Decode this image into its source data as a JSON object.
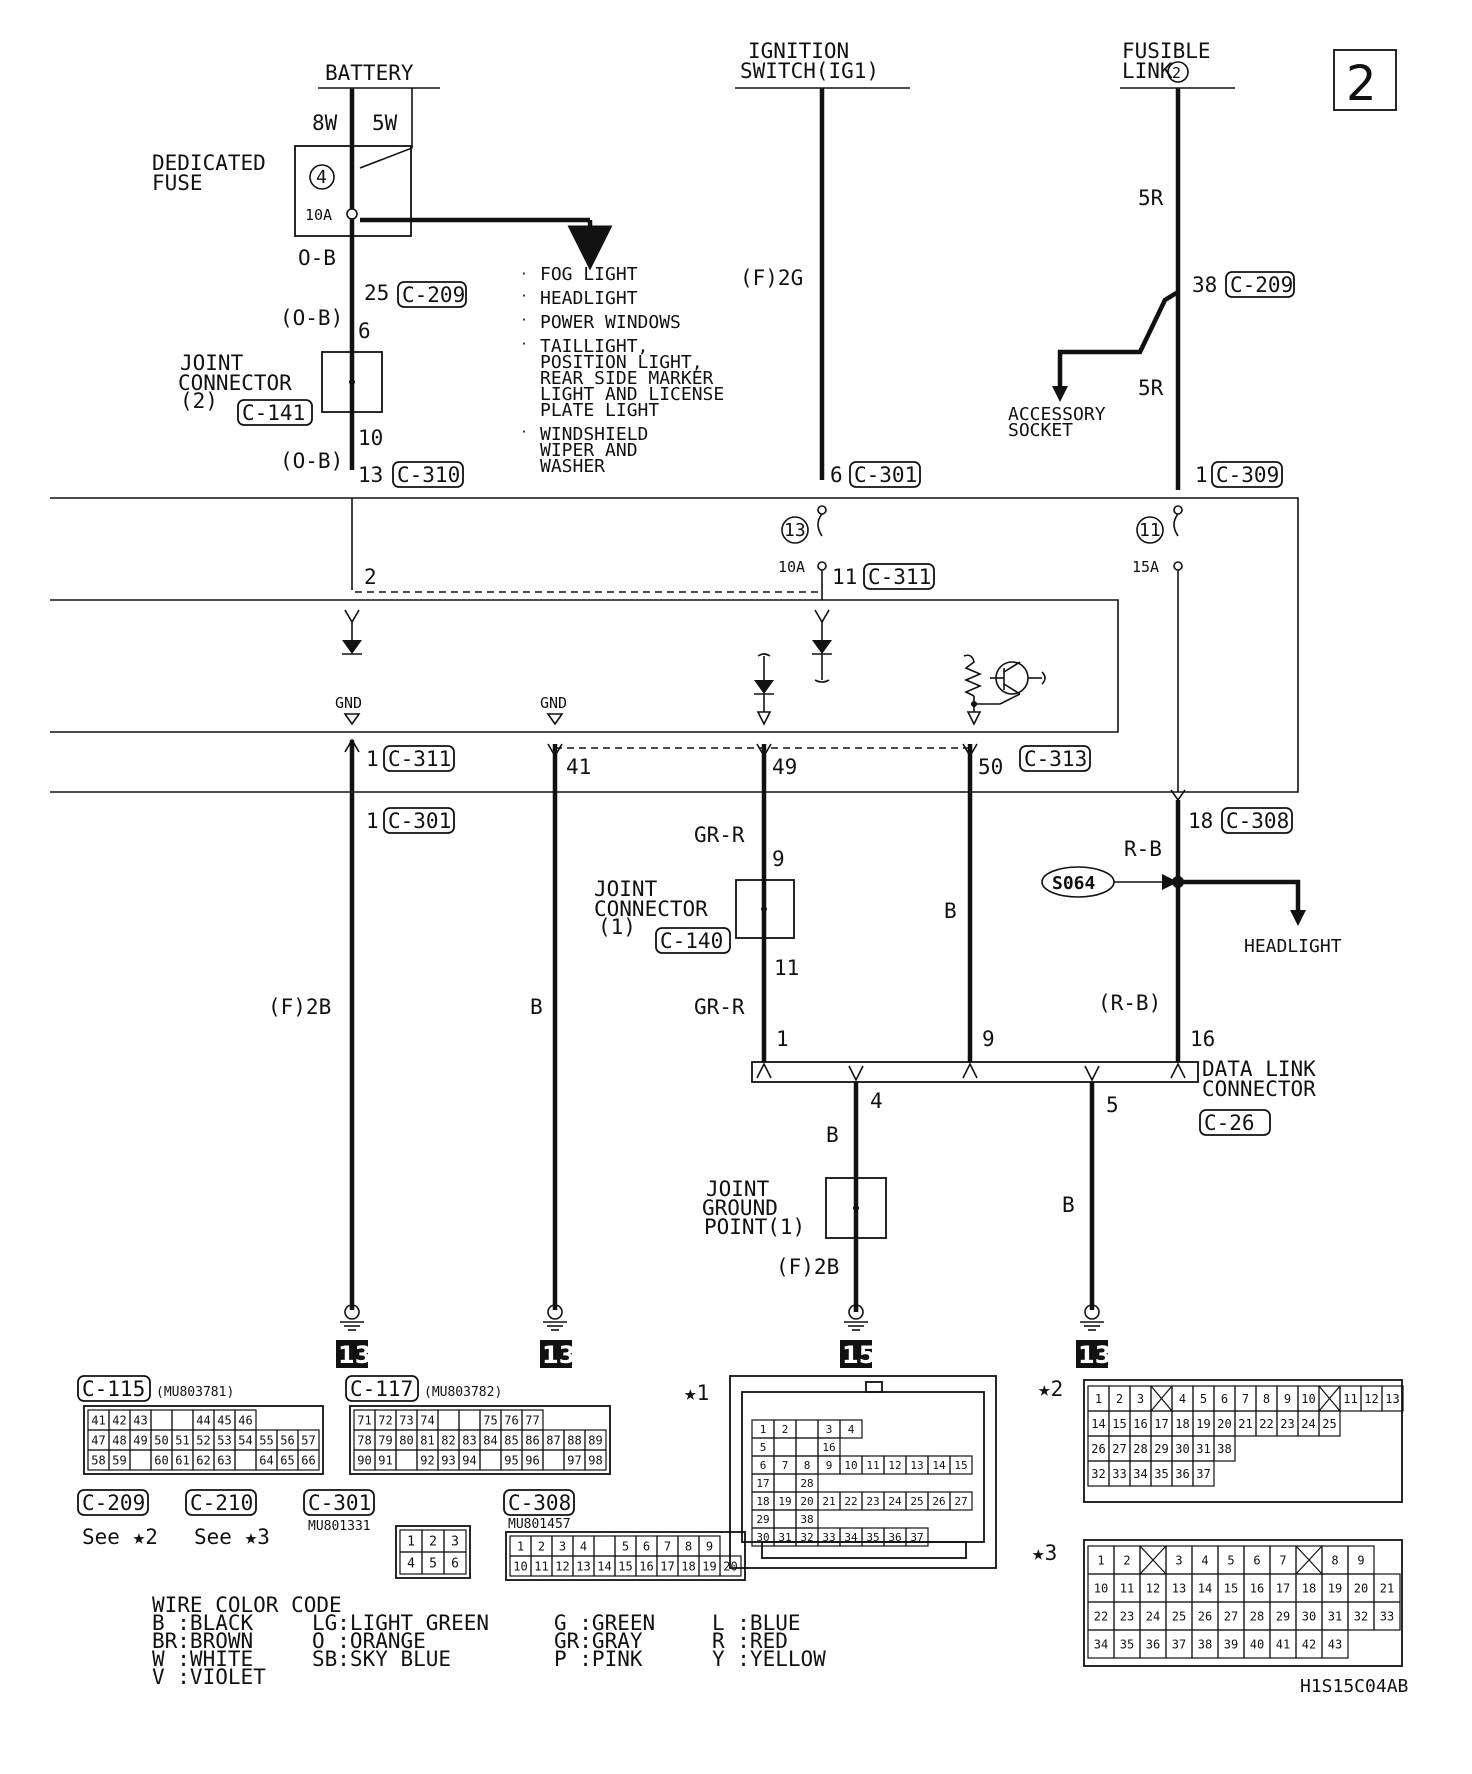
{
  "page_number": "2",
  "sources": {
    "battery": "BATTERY",
    "ignition_line1": "IGNITION",
    "ignition_line2": "SWITCH(IG1)",
    "fusible_line1": "FUSIBLE",
    "fusible_line2": "LINK",
    "fusible_num": "2"
  },
  "battery_circuit": {
    "wire_8w": "8W",
    "wire_5w": "5W",
    "fuse_label_1": "DEDICATED",
    "fuse_label_2": "FUSE",
    "fuse_num": "4",
    "fuse_rating": "10A",
    "wire_ob": "O-B",
    "pin_25": "25",
    "conn_c209": "C-209",
    "wire_ob_paren": "(O-B)",
    "pin_6": "6",
    "jc_line1": "JOINT",
    "jc_line2": "CONNECTOR",
    "jc_line3": "(2)",
    "conn_c141": "C-141",
    "pin_10": "10",
    "wire_ob_paren2": "(O-B)",
    "pin_13": "13",
    "conn_c310": "C-310",
    "pin_2": "2"
  },
  "battery_feeds": [
    "FOG LIGHT",
    "HEADLIGHT",
    "POWER WINDOWS",
    "TAILLIGHT,",
    "POSITION LIGHT,",
    "REAR SIDE MARKER",
    "LIGHT AND LICENSE",
    "PLATE LIGHT",
    "WINDSHIELD",
    "WIPER AND",
    "WASHER"
  ],
  "ignition_circuit": {
    "wire_2g": "(F)2G",
    "pin_6": "6",
    "conn_c301": "C-301",
    "fuse_num": "13",
    "fuse_rating": "10A",
    "pin_11": "11",
    "conn_c311": "C-311"
  },
  "fusible_circuit": {
    "wire_5r_top": "5R",
    "pin_38": "38",
    "conn_c209": "C-209",
    "wire_5r_bottom": "5R",
    "accessory_1": "ACCESSORY",
    "accessory_2": "SOCKET",
    "pin_1": "1",
    "conn_c309": "C-309",
    "fuse_num": "11",
    "fuse_rating": "15A",
    "pin_18": "18",
    "conn_c308": "C-308",
    "wire_rb": "R-B",
    "splice": "S064",
    "headlight": "HEADLIGHT",
    "wire_rb_paren": "(R-B)",
    "pin_16": "16"
  },
  "ecu": {
    "gnd1": "GND",
    "gnd2": "GND",
    "pin_1a": "1",
    "conn_c311": "C-311",
    "pin_41": "41",
    "pin_49": "49",
    "pin_50": "50",
    "conn_c313": "C-313",
    "pin_1b": "1",
    "conn_c301": "C-301"
  },
  "lower_circuit": {
    "wire_grr_top": "GR-R",
    "pin_9": "9",
    "jc1_line1": "JOINT",
    "jc1_line2": "CONNECTOR",
    "jc1_line3": "(1)",
    "conn_c140": "C-140",
    "pin_11": "11",
    "wire_grr_bottom": "GR-R",
    "wire_b_49": "B",
    "wire_2b_left": "(F)2B",
    "wire_b_41": "B",
    "dlc_pin_1": "1",
    "dlc_pin_9": "9",
    "dlc_line1": "DATA LINK",
    "dlc_line2": "CONNECTOR",
    "conn_c26": "C-26",
    "dlc_pin_4": "4",
    "dlc_pin_5": "5",
    "wire_b_4": "B",
    "jgp_line1": "JOINT",
    "jgp_line2": "GROUND",
    "jgp_line3": "POINT(1)",
    "wire_2b_mid": "(F)2B",
    "wire_b_5": "B"
  },
  "grounds": [
    "13",
    "13",
    "15",
    "13"
  ],
  "connectors": {
    "c115": "C-115",
    "c115_part": "(MU803781)",
    "c117": "C-117",
    "c117_part": "(MU803782)",
    "c209": "C-209",
    "c209_see": "See ★2",
    "c210": "C-210",
    "c210_see": "See ★3",
    "c301": "C-301",
    "c301_part": "MU801331",
    "c308": "C-308",
    "c308_part": "MU801457",
    "star1": "★1",
    "star2": "★2",
    "star3": "★3"
  },
  "c115_rows": [
    [
      "41",
      "42",
      "43",
      "",
      "",
      "44",
      "45",
      "46"
    ],
    [
      "47",
      "48",
      "49",
      "50",
      "51",
      "52",
      "53",
      "54",
      "55",
      "56",
      "57"
    ],
    [
      "58",
      "59",
      "",
      "60",
      "61",
      "62",
      "63",
      "",
      "64",
      "65",
      "66"
    ]
  ],
  "c117_rows": [
    [
      "71",
      "72",
      "73",
      "74",
      "",
      "",
      "75",
      "76",
      "77"
    ],
    [
      "78",
      "79",
      "80",
      "81",
      "82",
      "83",
      "84",
      "85",
      "86",
      "87",
      "88",
      "89"
    ],
    [
      "90",
      "91",
      "",
      "92",
      "93",
      "94",
      "",
      "95",
      "96",
      "",
      "97",
      "98"
    ]
  ],
  "c301_pins": [
    "1",
    "2",
    "3",
    "4",
    "5",
    "6"
  ],
  "c308_rows": [
    [
      "1",
      "2",
      "3",
      "4",
      "",
      "5",
      "6",
      "7",
      "8",
      "9"
    ],
    [
      "10",
      "11",
      "12",
      "13",
      "14",
      "15",
      "16",
      "17",
      "18",
      "19",
      "20"
    ]
  ],
  "star1_rows": [
    [
      "1",
      "2",
      "",
      "3",
      "4"
    ],
    [
      "5",
      "",
      "",
      "16"
    ],
    [
      "6",
      "7",
      "8",
      "9",
      "10",
      "11",
      "12",
      "13",
      "14",
      "15"
    ],
    [
      "17",
      "",
      "28"
    ],
    [
      "18",
      "19",
      "20",
      "21",
      "22",
      "23",
      "24",
      "25",
      "26",
      "27"
    ],
    [
      "29",
      "",
      "38"
    ],
    [
      "30",
      "31",
      "32",
      "33",
      "34",
      "35",
      "36",
      "37"
    ]
  ],
  "star2_rows": [
    [
      "1",
      "2",
      "3",
      "X",
      "4",
      "5",
      "6",
      "7",
      "8",
      "9",
      "10",
      "X",
      "11",
      "12",
      "13"
    ],
    [
      "14",
      "15",
      "16",
      "17",
      "18",
      "19",
      "20",
      "21",
      "22",
      "23",
      "24",
      "25"
    ],
    [
      "26",
      "27",
      "28",
      "29",
      "30",
      "31",
      "38"
    ],
    [
      "32",
      "33",
      "34",
      "35",
      "36",
      "37"
    ]
  ],
  "star3_rows": [
    [
      "1",
      "2",
      "X",
      "3",
      "4",
      "5",
      "6",
      "7",
      "X",
      "8",
      "9"
    ],
    [
      "10",
      "11",
      "12",
      "13",
      "14",
      "15",
      "16",
      "17",
      "18",
      "19",
      "20",
      "21"
    ],
    [
      "22",
      "23",
      "24",
      "25",
      "26",
      "27",
      "28",
      "29",
      "30",
      "31",
      "32",
      "33"
    ],
    [
      "34",
      "35",
      "36",
      "37",
      "38",
      "39",
      "40",
      "41",
      "42",
      "43"
    ]
  ],
  "color_code": {
    "title": "WIRE COLOR CODE",
    "col1": [
      "B :BLACK",
      "BR:BROWN",
      "W :WHITE",
      "V :VIOLET"
    ],
    "col2": [
      "LG:LIGHT GREEN",
      "O :ORANGE",
      "SB:SKY BLUE"
    ],
    "col3": [
      "G :GREEN",
      "GR:GRAY",
      "P :PINK"
    ],
    "col4": [
      "L :BLUE",
      "R :RED",
      "Y :YELLOW"
    ]
  },
  "figure_code": "H1S15C04AB"
}
